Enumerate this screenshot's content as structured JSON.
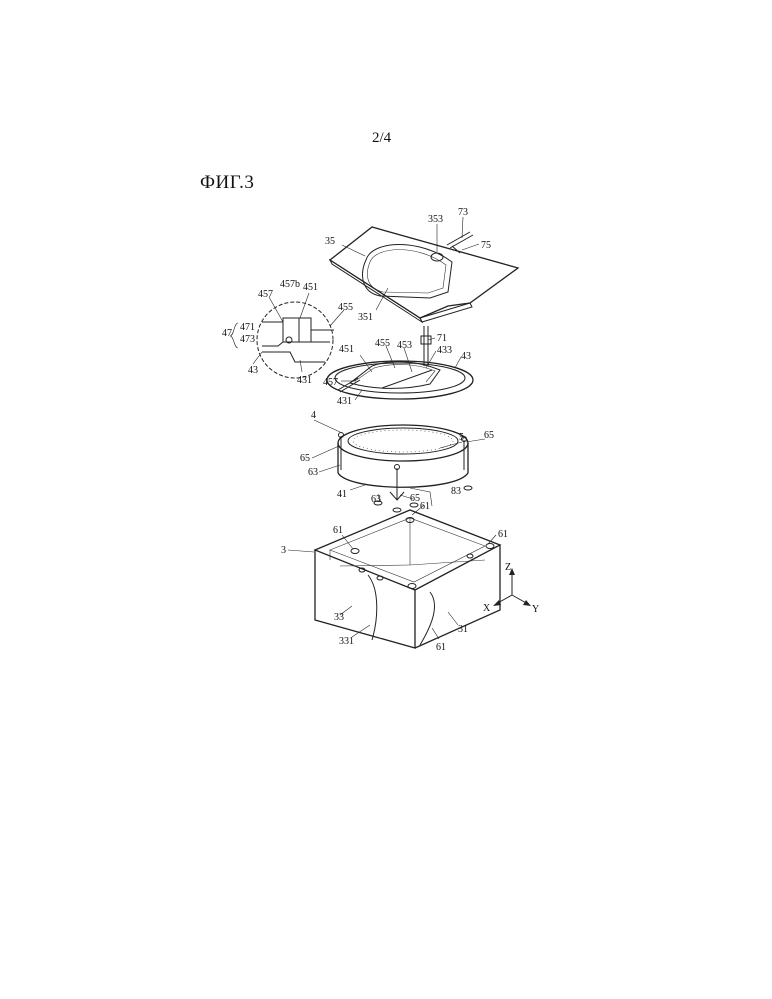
{
  "page_number": "2/4",
  "figure_title": "ФИГ.3",
  "labels": {
    "l73": "73",
    "l353": "353",
    "l75": "75",
    "l35": "35",
    "l351": "351",
    "l71": "71",
    "l433": "433",
    "l453": "453",
    "l455a": "455",
    "l455b": "455",
    "l451a": "451",
    "l451b": "451",
    "l457a": "457",
    "l457b": "457",
    "l457bb": "457b",
    "l43a": "43",
    "l43b": "43",
    "l431a": "431",
    "l431b": "431",
    "l47": "47",
    "l471": "471",
    "l473": "473",
    "l4": "4",
    "l5": "5",
    "l65a": "65",
    "l65b": "65",
    "l65c": "65",
    "l63a": "63",
    "l63b": "63",
    "l41": "41",
    "l61a": "61",
    "l61b": "61",
    "l61c": "61",
    "l61d": "61",
    "l83": "83",
    "l3": "3",
    "l33": "33",
    "l331": "331",
    "l31": "31",
    "axis_z": "Z",
    "axis_x": "X",
    "axis_y": "Y"
  }
}
